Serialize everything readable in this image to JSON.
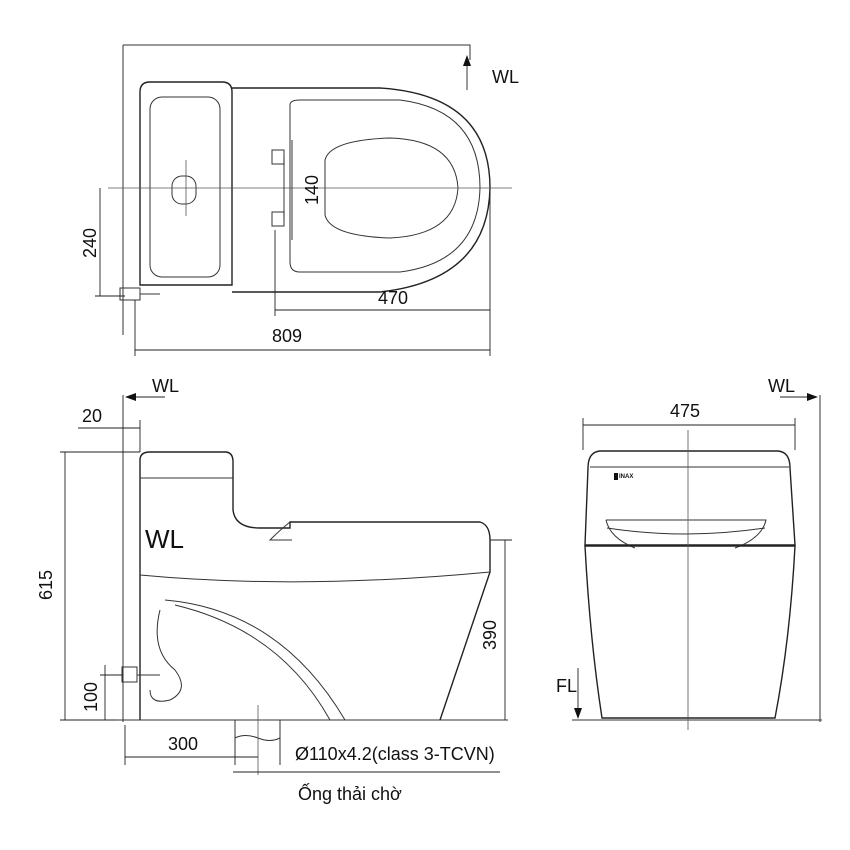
{
  "top_view": {
    "wall_label": "WL",
    "dim_seat_bolt_spacing": "140",
    "dim_supply_offset": "240",
    "dim_seat_to_front": "470",
    "dim_overall_length": "809"
  },
  "side_view": {
    "wall_label": "WL",
    "water_level_label": "WL",
    "dim_wall_gap": "20",
    "dim_overall_height": "615",
    "dim_seat_height": "390",
    "dim_supply_height": "100",
    "dim_rough_in": "300",
    "pipe_spec": "Ø110x4.2(class 3-TCVN)",
    "pipe_caption": "Ống thải chờ"
  },
  "front_view": {
    "wall_label": "WL",
    "floor_label": "FL",
    "dim_overall_width": "475",
    "brand_logo": "INAX"
  }
}
